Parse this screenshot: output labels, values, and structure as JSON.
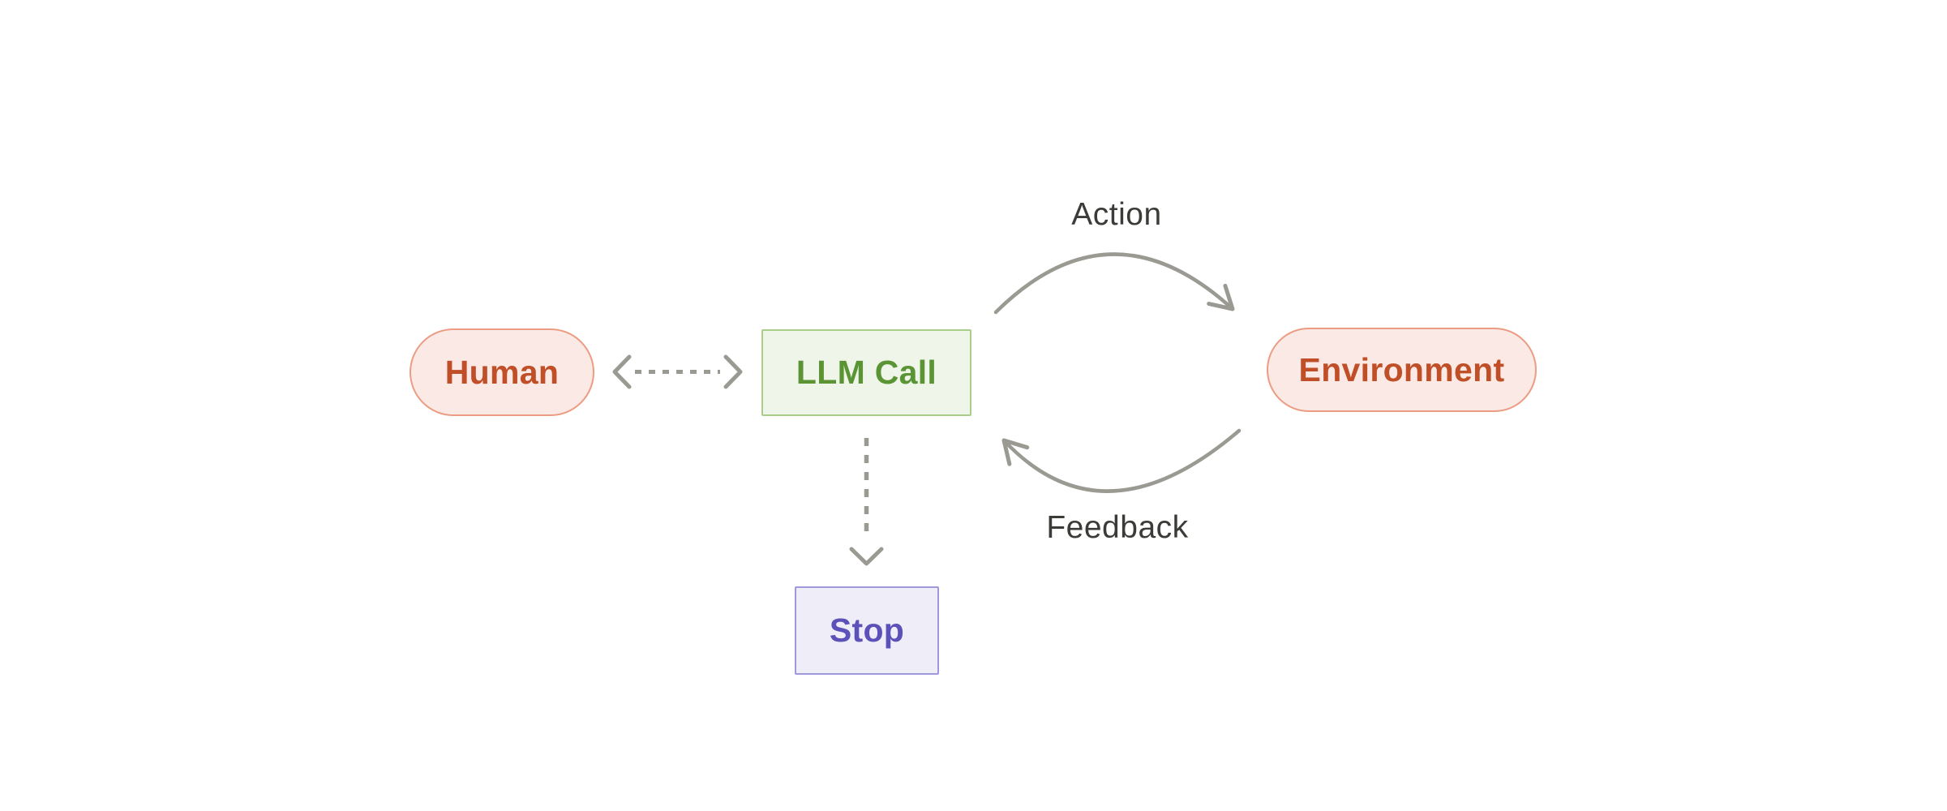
{
  "diagram": {
    "nodes": {
      "human": {
        "label": "Human",
        "shape": "pill",
        "fill": "#FAE9E4",
        "border": "#EB9C82",
        "text_color": "#C04F28"
      },
      "llm_call": {
        "label": "LLM Call",
        "shape": "rectangle",
        "fill": "#EFF5E8",
        "border": "#A9CD8B",
        "text_color": "#5A9434"
      },
      "environment": {
        "label": "Environment",
        "shape": "pill",
        "fill": "#FAE9E4",
        "border": "#EB9C82",
        "text_color": "#C04F28"
      },
      "stop": {
        "label": "Stop",
        "shape": "rectangle",
        "fill": "#EFEEF8",
        "border": "#9F98DA",
        "text_color": "#5B51B8"
      }
    },
    "edges": {
      "human_llm": {
        "label": "",
        "from": "Human",
        "to": "LLM Call",
        "style": "dashed-double-headed"
      },
      "action": {
        "label": "Action",
        "from": "LLM Call",
        "to": "Environment",
        "style": "curved-solid"
      },
      "feedback": {
        "label": "Feedback",
        "from": "Environment",
        "to": "LLM Call",
        "style": "curved-solid"
      },
      "llm_stop": {
        "label": "",
        "from": "LLM Call",
        "to": "Stop",
        "style": "dashed"
      }
    },
    "colors": {
      "coral_fill": "#FAE9E4",
      "coral_border": "#EB9C82",
      "coral_text": "#C04F28",
      "green_fill": "#EFF5E8",
      "green_border": "#A9CD8B",
      "green_text": "#5A9434",
      "purple_fill": "#EFEEF8",
      "purple_border": "#9F98DA",
      "purple_text": "#5B51B8",
      "arrow_gray": "#9A9A93",
      "label_text": "#3B3B38"
    }
  }
}
